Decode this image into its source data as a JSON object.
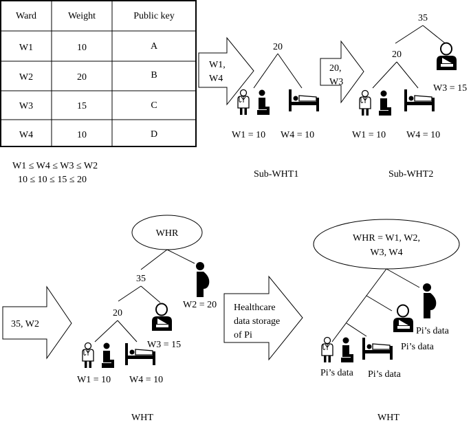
{
  "table": {
    "headers": [
      "Ward",
      "Weight",
      "Public key"
    ],
    "rows": [
      [
        "W1",
        "10",
        "A"
      ],
      [
        "W2",
        "20",
        "B"
      ],
      [
        "W3",
        "15",
        "C"
      ],
      [
        "W4",
        "10",
        "D"
      ]
    ],
    "caption_line1": "W1 ≤ W4 ≤ W3 ≤ W2",
    "caption_line2": "10 ≤ 10 ≤ 15 ≤ 20"
  },
  "sub1": {
    "arrow_line1": "W1,",
    "arrow_line2": "W4",
    "root_weight": "20",
    "left_label": "W1 = 10",
    "right_label": "W4 = 10",
    "caption": "Sub-WHT1"
  },
  "sub2": {
    "arrow_line1": "20,",
    "arrow_line2": "W3",
    "root_weight": "35",
    "inner_weight": "20",
    "w3_label": "W3 = 15",
    "left_label": "W1 = 10",
    "right_label": "W4 = 10",
    "caption": "Sub-WHT2"
  },
  "wht": {
    "arrow_label": "35, W2",
    "root": "WHR",
    "w35": "35",
    "w20": "20",
    "w2_label": "W2 = 20",
    "w3_label": "W3 = 15",
    "w1_label": "W1 = 10",
    "w4_label": "W4 = 10",
    "caption": "WHT"
  },
  "storage": {
    "arrow_line1": "Healthcare",
    "arrow_line2": "data storage",
    "arrow_line3": "of Pi",
    "root_line1": "WHR = W1, W2,",
    "root_line2": "W3, W4",
    "data_pregnant": "Pi’s data",
    "data_injured": "Pi’s data",
    "data_doctor": "Pi’s data",
    "data_bed": "Pi’s data",
    "caption": "WHT"
  }
}
